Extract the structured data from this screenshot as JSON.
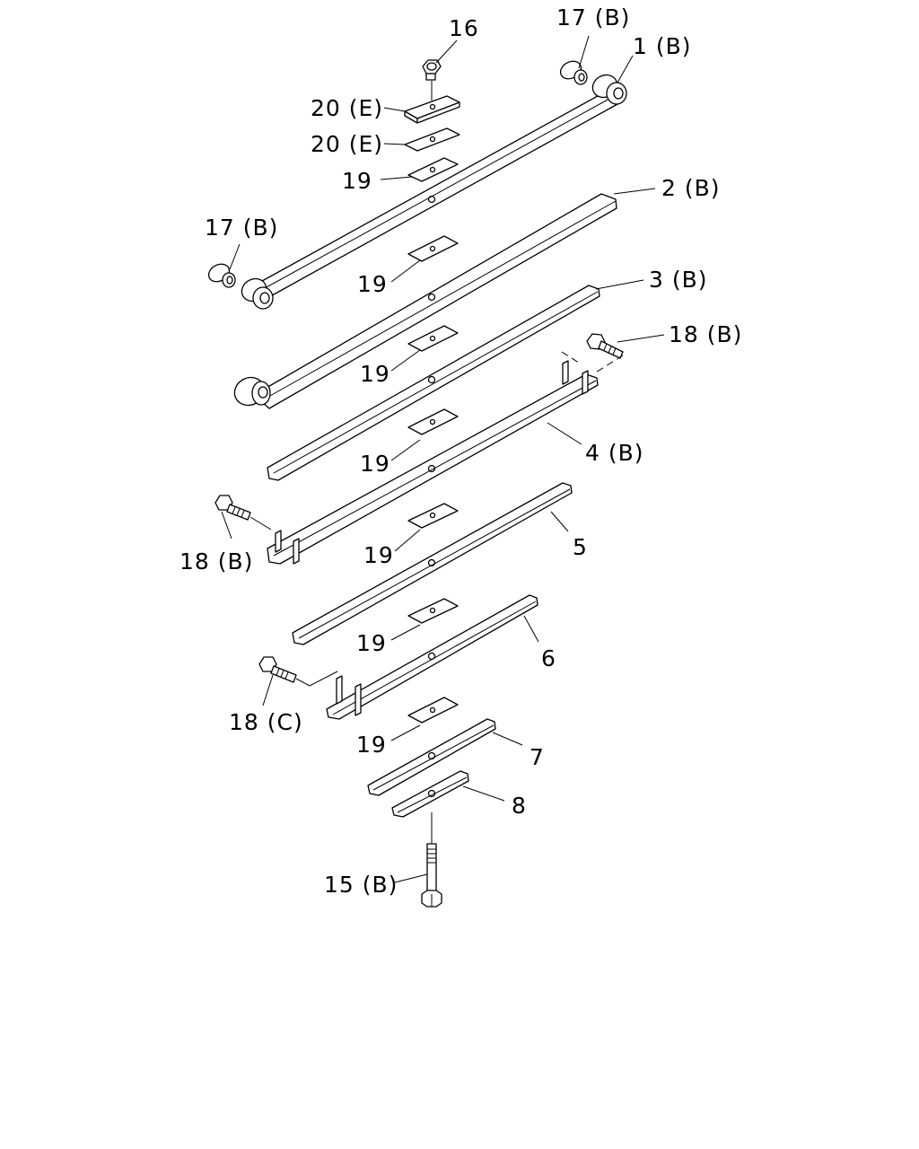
{
  "labels": {
    "p16": "16",
    "p17b_top": "17 (B)",
    "p1b": "1 (B)",
    "p20e_1": "20 (E)",
    "p20e_2": "20 (E)",
    "p19_1": "19",
    "p17b_left": "17 (B)",
    "p2b": "2 (B)",
    "p19_2": "19",
    "p3b": "3 (B)",
    "p18b_right": "18 (B)",
    "p19_3": "19",
    "p4b": "4 (B)",
    "p19_4": "19",
    "p18b_left": "18 (B)",
    "p19_5": "19",
    "p5": "5",
    "p19_6": "19",
    "p6": "6",
    "p18c": "18 (C)",
    "p19_7": "19",
    "p7": "7",
    "p8": "8",
    "p15b": "15 (B)"
  },
  "colors": {
    "line": "#000000",
    "background": "#ffffff"
  }
}
